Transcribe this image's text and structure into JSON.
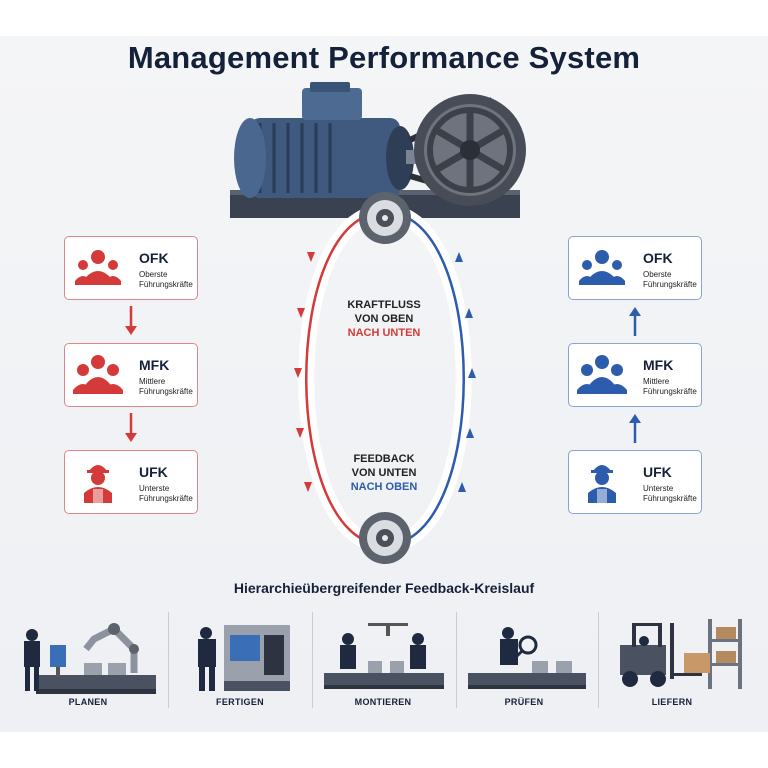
{
  "title": "Management Performance System",
  "colors": {
    "red": "#d43a3a",
    "blue": "#2c5cab",
    "navy": "#152039"
  },
  "left_column": [
    {
      "abbr": "OFK",
      "desc": [
        "Oberste",
        "Führungskräfte"
      ],
      "icon": "leader-icon"
    },
    {
      "abbr": "MFK",
      "desc": [
        "Mittlere",
        "Führungskräfte"
      ],
      "icon": "group-icon"
    },
    {
      "abbr": "UFK",
      "desc": [
        "Unterste",
        "Führungskräfte"
      ],
      "icon": "worker-hardhat-icon"
    }
  ],
  "right_column": [
    {
      "abbr": "OFK",
      "desc": [
        "Oberste",
        "Führungskräfte"
      ],
      "icon": "leader-icon"
    },
    {
      "abbr": "MFK",
      "desc": [
        "Mittlere",
        "Führungskräfte"
      ],
      "icon": "group-icon"
    },
    {
      "abbr": "UFK",
      "desc": [
        "Unterste",
        "Führungskräfte"
      ],
      "icon": "worker-hardhat-icon"
    }
  ],
  "center": {
    "top": [
      "KRAFTFLUSS",
      "VON OBEN",
      "NACH UNTEN"
    ],
    "bottom": [
      "FEEDBACK",
      "VON UNTEN",
      "NACH OBEN"
    ]
  },
  "loop_label": "Hierarchieübergreifender Feedback-Kreislauf",
  "stages": [
    {
      "label": "PLANEN",
      "icon": "planning-robot-arm-icon"
    },
    {
      "label": "FERTIGEN",
      "icon": "cnc-machine-icon"
    },
    {
      "label": "MONTIEREN",
      "icon": "assembly-line-icon"
    },
    {
      "label": "PRÜFEN",
      "icon": "inspection-magnifier-icon"
    },
    {
      "label": "LIEFERN",
      "icon": "forklift-icon"
    }
  ]
}
